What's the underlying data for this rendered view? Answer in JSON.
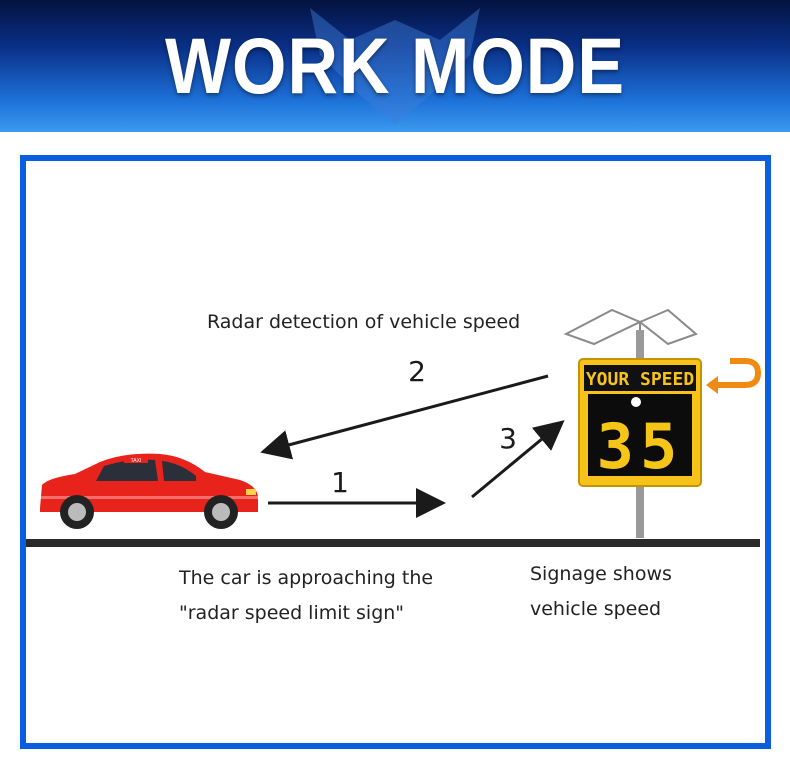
{
  "banner": {
    "title": "WORK MODE"
  },
  "diagram": {
    "steps": [
      {
        "number": "1"
      },
      {
        "number": "2"
      },
      {
        "number": "3"
      }
    ],
    "radar_label": "Radar detection of vehicle speed",
    "car_caption": [
      "The car is approaching the",
      "\"radar speed limit sign\""
    ],
    "sign_caption": [
      "Signage shows",
      "vehicle speed"
    ],
    "sign": {
      "header": "YOUR SPEED",
      "speed": "35"
    },
    "car": {
      "roof_sign": "TAXI"
    }
  },
  "colors": {
    "banner_blue": "#0a2f86",
    "frame_blue": "#0a5fe0",
    "car_red": "#e8231b",
    "sign_yellow": "#f7c21a",
    "arrow_orange": "#f08a12"
  }
}
